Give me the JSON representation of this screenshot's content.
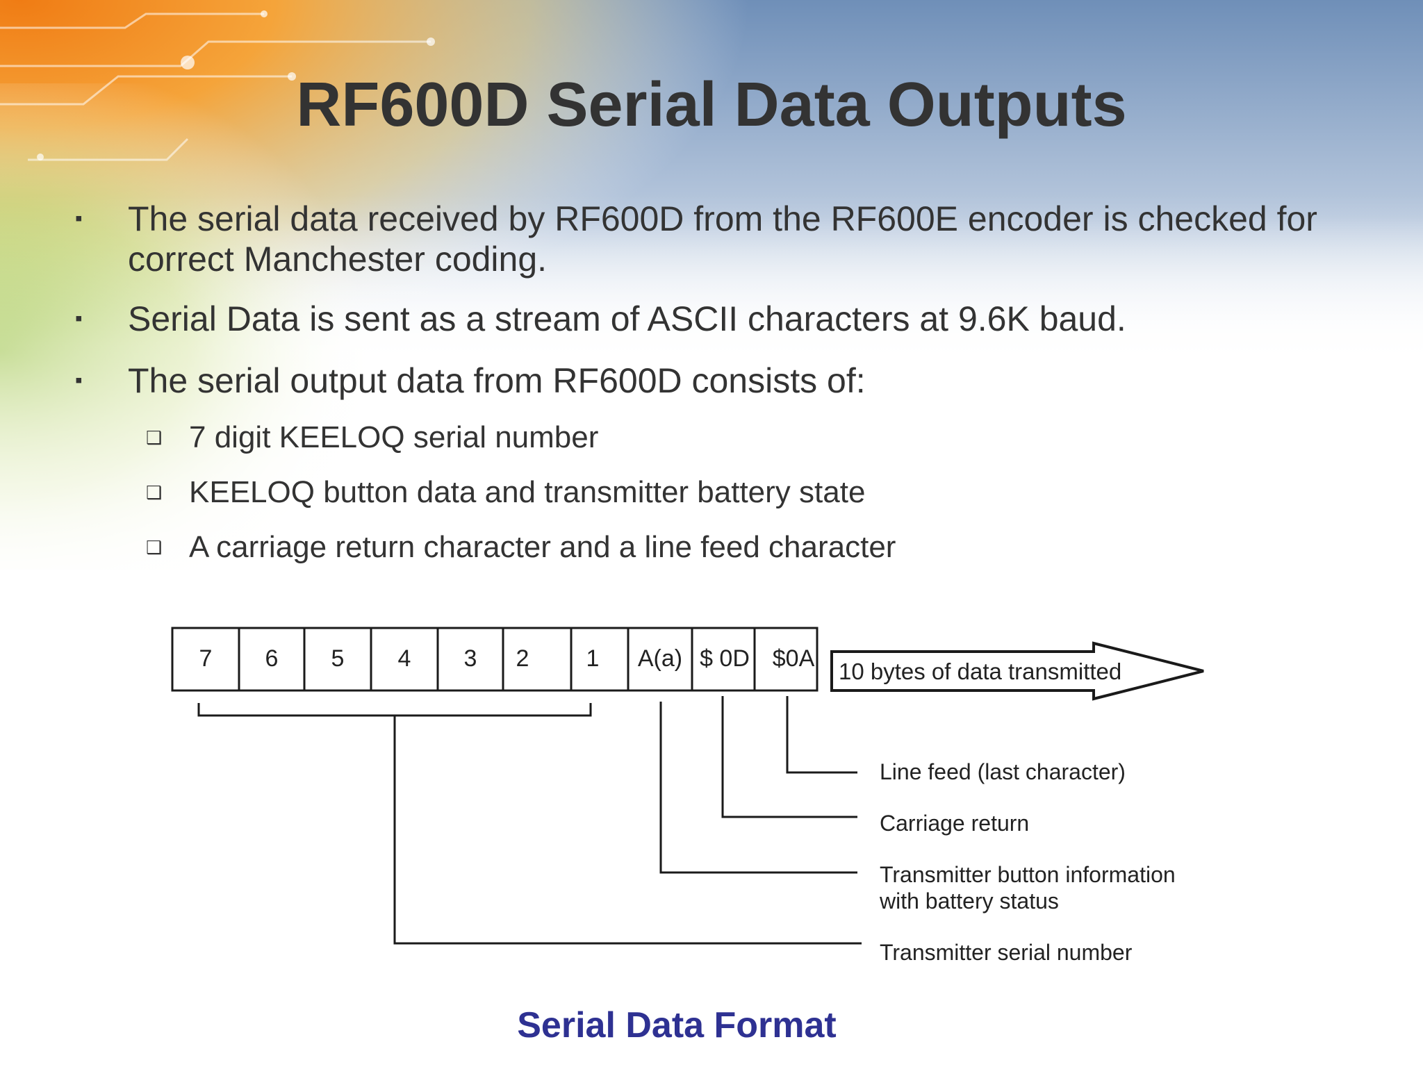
{
  "slide": {
    "title": "RF600D Serial Data Outputs",
    "bullets": [
      {
        "marker": "▪",
        "text": "The serial data received by RF600D from the RF600E encoder is checked for correct Manchester coding."
      },
      {
        "marker": "▪",
        "text": "Serial Data is sent as a stream of ASCII characters at 9.6K baud."
      },
      {
        "marker": "▪",
        "text": "The serial output data from RF600D consists of:"
      }
    ],
    "sub_bullets": [
      {
        "marker": "❑",
        "text": "7 digit KEELOQ serial number"
      },
      {
        "marker": "❑",
        "text": "KEELOQ button data and transmitter battery state"
      },
      {
        "marker": "❑",
        "text": "A carriage return character and a line feed character"
      }
    ],
    "caption": "Serial Data Format"
  },
  "diagram": {
    "cells": [
      "7",
      "6",
      "5",
      "4",
      "3",
      "2",
      "1",
      "A(a)",
      "$ 0D",
      "$0A"
    ],
    "arrow_label": "10 bytes of data transmitted",
    "labels": {
      "line_feed": "Line feed (last character)",
      "carriage_return": "Carriage return",
      "button_info_line1": "Transmitter button information",
      "button_info_line2": "with battery status",
      "serial_number": "Transmitter serial number"
    }
  },
  "colors": {
    "title": "#333333",
    "body_text": "#333333",
    "caption": "#2e3192",
    "background_orange": "#f28a1e",
    "background_green": "#9cc23a",
    "background_blue": "#6f8fb8"
  }
}
